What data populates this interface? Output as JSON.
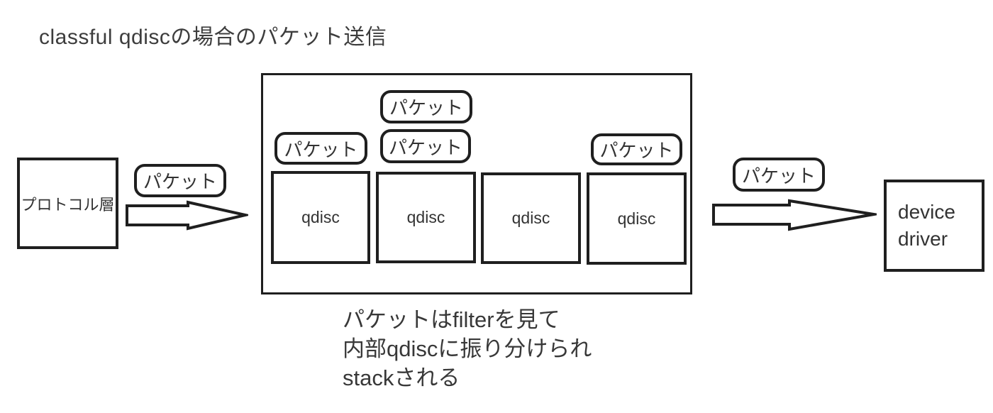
{
  "title": "classful qdiscの場合のパケット送信",
  "labels": {
    "packet": "パケット"
  },
  "protocol_box": {
    "label": "プロトコル層"
  },
  "qdisc_boxes": [
    "qdisc",
    "qdisc",
    "qdisc",
    "qdisc"
  ],
  "device_driver_box": {
    "line1": "device",
    "line2": "driver"
  },
  "caption": {
    "line1": "パケットはfilterを見て",
    "line2": "内部qdiscに振り分けられ",
    "line3": "stackされる"
  },
  "colors": {
    "stroke": "#1f1f1f",
    "text": "#333333",
    "title_text": "#3d3d3d",
    "background": "#ffffff"
  }
}
